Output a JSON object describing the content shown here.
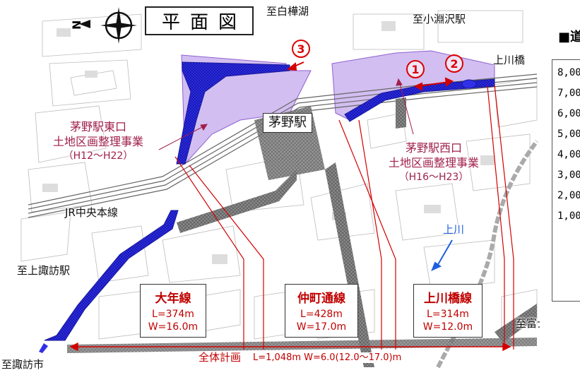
{
  "title": "平面図",
  "destinations": {
    "shirakaba": "至白樺湖",
    "kobuchizawa": "至小淵沢駅",
    "kamisuwa": "至上諏訪駅",
    "suwa": "至諏訪市",
    "fujimi": "至富士見町"
  },
  "places": {
    "chino_station": "茅野駅",
    "jr_line": "JR中央本線",
    "kamikawa_bridge": "上川橋",
    "kamikawa_river": "上川"
  },
  "projects": {
    "east": {
      "name": "茅野駅東口",
      "sub": "土地区画整理事業",
      "period": "（H12〜H22）"
    },
    "west": {
      "name": "茅野駅西口",
      "sub": "土地区画整理事業",
      "period": "（H16〜H23）"
    }
  },
  "sections": [
    {
      "name": "大年線",
      "length": "L=374m",
      "width": "W=16.0m"
    },
    {
      "name": "仲町通線",
      "length": "L=428m",
      "width": "W=17.0m"
    },
    {
      "name": "上川橋線",
      "length": "L=314m",
      "width": "W=12.0m"
    }
  ],
  "overall": {
    "label": "全体計画",
    "spec": "L=1,048m W=6.0(12.0〜17.0)m"
  },
  "markers": [
    "1",
    "2",
    "3"
  ],
  "side_panel": {
    "title": "■道",
    "ticks": [
      "8,00",
      "7,00",
      "6,00",
      "5,00",
      "4,00",
      "3,00",
      "2,00",
      "1,00"
    ]
  },
  "colors": {
    "road_plan": "#2a2ae0",
    "project_area": "#b493e8",
    "existing_road": "#777777",
    "annotation": "#d40000"
  },
  "icons": {
    "north_arrow": "north-arrow-icon",
    "compass": "compass-icon"
  }
}
